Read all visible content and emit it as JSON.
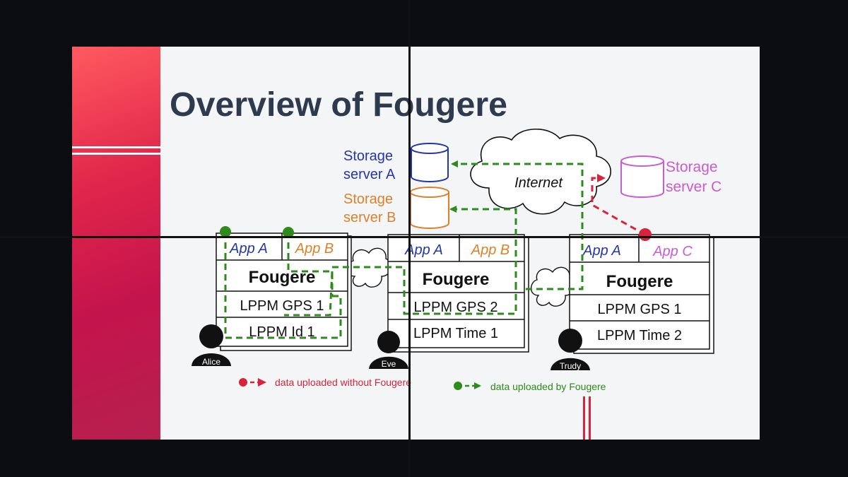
{
  "slide": {
    "title": "Overview of Fougere",
    "colors": {
      "accent_red": "#d9233b",
      "green": "#2d8a1b",
      "blue": "#2537a6",
      "orange": "#d9822b",
      "magenta": "#c95ccf",
      "title": "#2e3b4e"
    }
  },
  "internet": {
    "label": "Internet"
  },
  "servers": {
    "a": {
      "line1": "Storage",
      "line2": "server A"
    },
    "b": {
      "line1": "Storage",
      "line2": "server B"
    },
    "c": {
      "line1": "Storage",
      "line2": "server C"
    }
  },
  "devices": [
    {
      "user": "Alice",
      "app1": "App A",
      "app2": "App B",
      "core": "Fougere",
      "lppm1": "LPPM GPS 1",
      "lppm2": "LPPM Id 1"
    },
    {
      "user": "Eve",
      "app1": "App A",
      "app2": "App B",
      "core": "Fougere",
      "lppm1": "LPPM GPS 2",
      "lppm2": "LPPM Time 1"
    },
    {
      "user": "Trudy",
      "app1": "App A",
      "app2": "App C",
      "core": "Fougere",
      "lppm1": "LPPM GPS 1",
      "lppm2": "LPPM Time 2"
    }
  ],
  "legend": {
    "without": "data uploaded without Fougere",
    "by": "data uploaded by Fougere"
  }
}
